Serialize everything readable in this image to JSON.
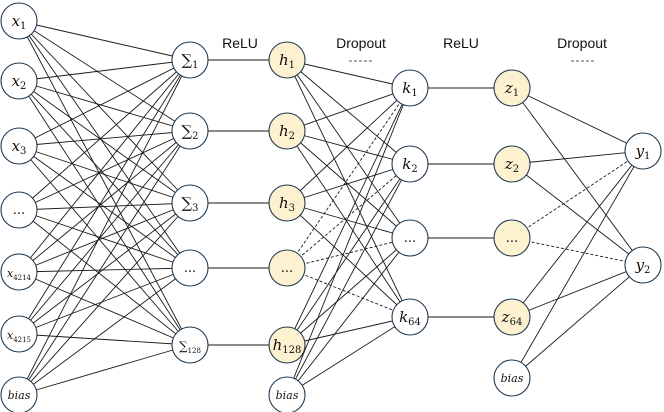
{
  "colors": {
    "edge": "#1a1a1a",
    "node_stroke": "#1f3a52",
    "node_fill_white": "#ffffff",
    "node_fill_yellow": "#fdf2cf",
    "text": "#111111"
  },
  "annotations": {
    "relu_1": "ReLU",
    "dropout_1": "Dropout",
    "relu_2": "ReLU",
    "dropout_2": "Dropout"
  },
  "layers": [
    {
      "id": "input",
      "fill": "white",
      "nodes": [
        {
          "id": "x1",
          "main": "x",
          "sub": "1",
          "kind": "var"
        },
        {
          "id": "x2",
          "main": "x",
          "sub": "2",
          "kind": "var"
        },
        {
          "id": "x3",
          "main": "x",
          "sub": "3",
          "kind": "var"
        },
        {
          "id": "xdots",
          "main": "...",
          "sub": "",
          "kind": "dots"
        },
        {
          "id": "x4214",
          "main": "x",
          "sub": "4214",
          "kind": "var_small"
        },
        {
          "id": "x4215",
          "main": "x",
          "sub": "4215",
          "kind": "var_small"
        },
        {
          "id": "bias1",
          "main": "bias",
          "sub": "",
          "kind": "bias"
        }
      ]
    },
    {
      "id": "sum",
      "fill": "white",
      "nodes": [
        {
          "id": "s1",
          "main": "∑",
          "sub": "1",
          "kind": "sigma"
        },
        {
          "id": "s2",
          "main": "∑",
          "sub": "2",
          "kind": "sigma"
        },
        {
          "id": "s3",
          "main": "∑",
          "sub": "3",
          "kind": "sigma"
        },
        {
          "id": "sdots",
          "main": "...",
          "sub": "",
          "kind": "dots"
        },
        {
          "id": "s128",
          "main": "∑",
          "sub": "128",
          "kind": "sigma_small"
        }
      ]
    },
    {
      "id": "hidden1",
      "fill": "yellow",
      "nodes": [
        {
          "id": "h1",
          "main": "h",
          "sub": "1",
          "kind": "var"
        },
        {
          "id": "h2",
          "main": "h",
          "sub": "2",
          "kind": "var"
        },
        {
          "id": "h3",
          "main": "h",
          "sub": "3",
          "kind": "var"
        },
        {
          "id": "hdots",
          "main": "...",
          "sub": "",
          "kind": "dots"
        },
        {
          "id": "h128",
          "main": "h",
          "sub": "128",
          "kind": "var"
        },
        {
          "id": "bias2",
          "main": "bias",
          "sub": "",
          "kind": "bias"
        }
      ]
    },
    {
      "id": "hidden2",
      "fill": "white",
      "nodes": [
        {
          "id": "k1",
          "main": "k",
          "sub": "1",
          "kind": "var"
        },
        {
          "id": "k2",
          "main": "k",
          "sub": "2",
          "kind": "var"
        },
        {
          "id": "kdots",
          "main": "...",
          "sub": "",
          "kind": "dots"
        },
        {
          "id": "k64",
          "main": "k",
          "sub": "64",
          "kind": "var"
        }
      ]
    },
    {
      "id": "hidden2_act",
      "fill": "yellow",
      "nodes": [
        {
          "id": "z1",
          "main": "z",
          "sub": "1",
          "kind": "var"
        },
        {
          "id": "z2",
          "main": "z",
          "sub": "2",
          "kind": "var"
        },
        {
          "id": "zdots",
          "main": "...",
          "sub": "",
          "kind": "dots"
        },
        {
          "id": "z64",
          "main": "z",
          "sub": "64",
          "kind": "var"
        },
        {
          "id": "bias3",
          "main": "bias",
          "sub": "",
          "kind": "bias"
        }
      ]
    },
    {
      "id": "output",
      "fill": "white",
      "nodes": [
        {
          "id": "y1",
          "main": "y",
          "sub": "1",
          "kind": "var"
        },
        {
          "id": "y2",
          "main": "y",
          "sub": "2",
          "kind": "var"
        }
      ]
    }
  ]
}
